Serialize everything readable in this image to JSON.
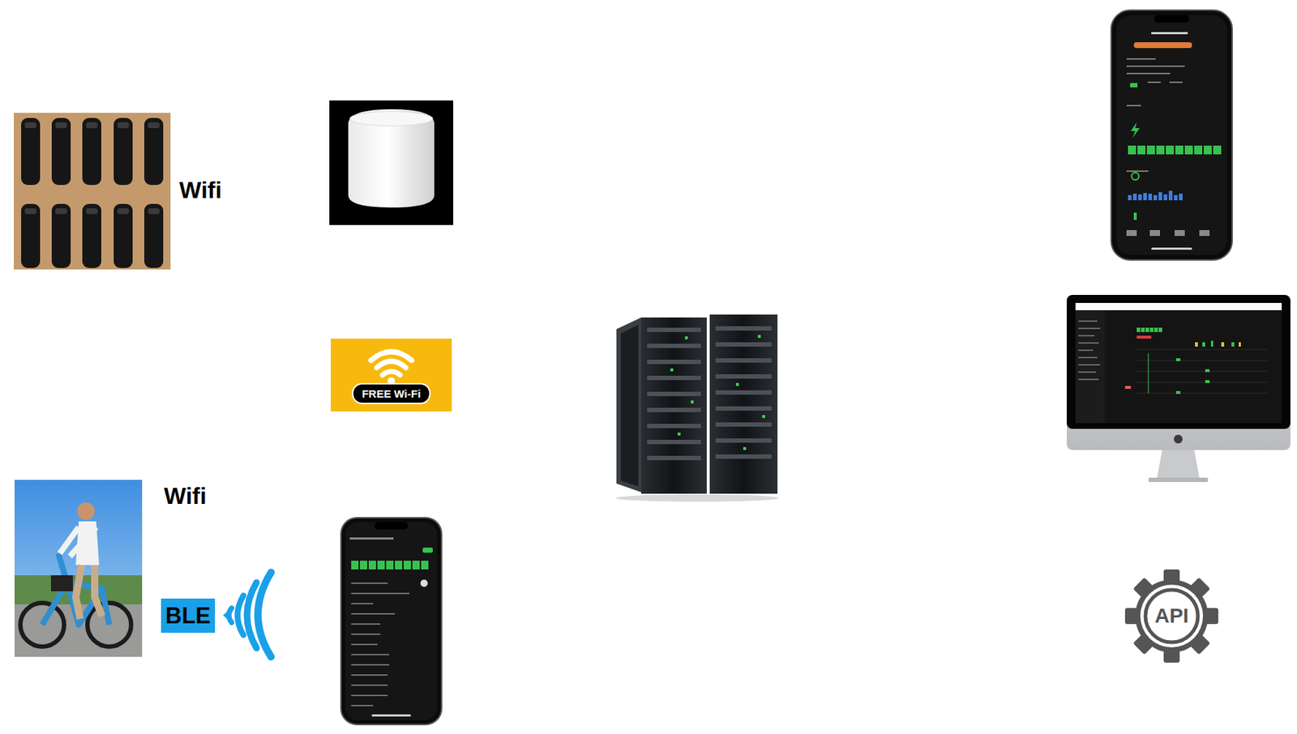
{
  "diagram": {
    "nodes": [
      {
        "text": [
          "FREE Wi-Fi"
        ]
      },
      {
        "text": [
          "BLE"
        ]
      },
      {
        "text": [
          "API"
        ]
      }
    ],
    "labels": [
      "Wifi",
      "Wifi"
    ]
  }
}
